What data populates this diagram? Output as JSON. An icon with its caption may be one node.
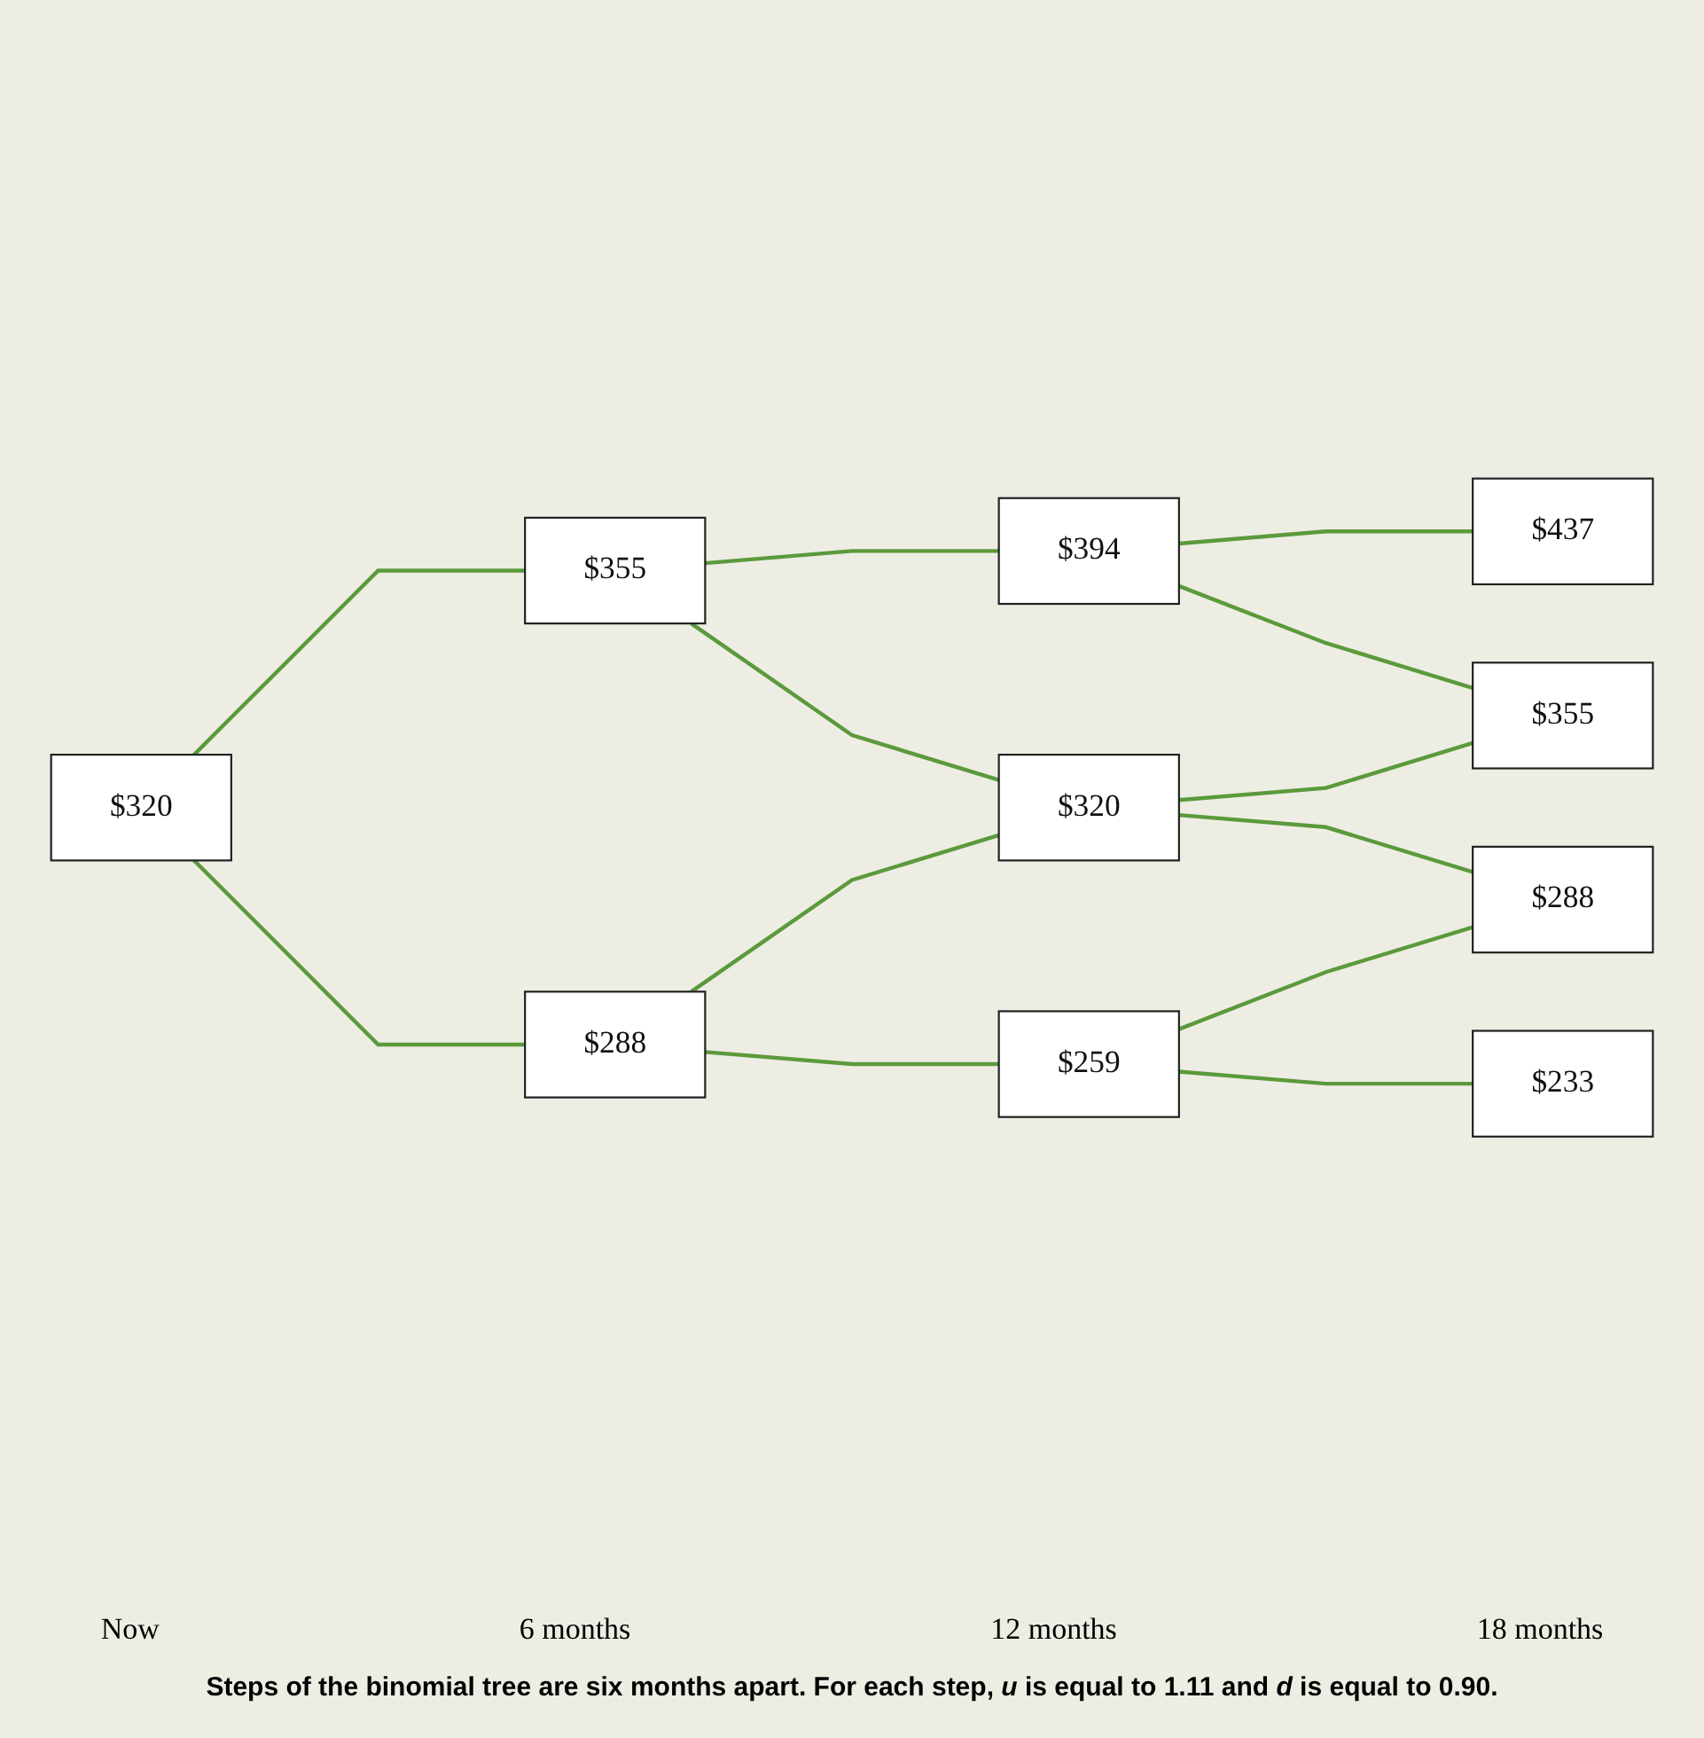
{
  "diagram": {
    "caption": "Steps of the binomial tree are six months apart. For each step, *u* is equal to 1.11 and *d* is equal to 0.90.",
    "nodes": [
      {
        "text": [
          "$320"
        ]
      },
      {
        "text": [
          "$355"
        ]
      },
      {
        "text": [
          "$288"
        ]
      },
      {
        "text": [
          "$394"
        ]
      },
      {
        "text": [
          "$320"
        ]
      },
      {
        "text": [
          "$259"
        ]
      },
      {
        "text": [
          "$437"
        ]
      },
      {
        "text": [
          "$355"
        ]
      },
      {
        "text": [
          "$288"
        ]
      },
      {
        "text": [
          "$233"
        ]
      }
    ],
    "edges": [
      {
        "from": 0,
        "to": 1,
        "arrow": "none"
      },
      {
        "from": 0,
        "to": 2,
        "arrow": "none"
      },
      {
        "from": 1,
        "to": 3,
        "arrow": "none"
      },
      {
        "from": 1,
        "to": 4,
        "arrow": "none"
      },
      {
        "from": 2,
        "to": 4,
        "arrow": "none"
      },
      {
        "from": 2,
        "to": 5,
        "arrow": "none"
      },
      {
        "from": 3,
        "to": 6,
        "arrow": "none"
      },
      {
        "from": 3,
        "to": 7,
        "arrow": "none"
      },
      {
        "from": 4,
        "to": 7,
        "arrow": "none"
      },
      {
        "from": 4,
        "to": 8,
        "arrow": "none"
      },
      {
        "from": 5,
        "to": 8,
        "arrow": "none"
      },
      {
        "from": 5,
        "to": 9,
        "arrow": "none"
      }
    ],
    "labels": [
      "Now",
      "6 months",
      "12 months",
      "18 months"
    ]
  }
}
